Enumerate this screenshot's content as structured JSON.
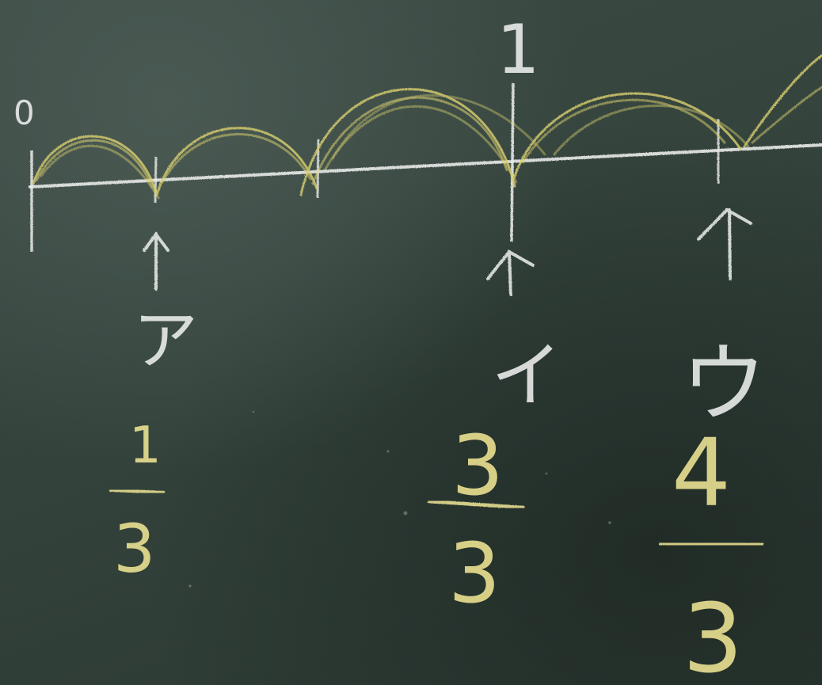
{
  "number_line": {
    "origin_label": "0",
    "one_label": "1"
  },
  "markers": [
    {
      "name": "ア",
      "numerator": "1",
      "denominator": "3"
    },
    {
      "name": "イ",
      "numerator": "3",
      "denominator": "3"
    },
    {
      "name": "ウ",
      "numerator": "4",
      "denominator": "3"
    }
  ],
  "colors": {
    "board": "#34433c",
    "white_chalk": "#e9ecea",
    "yellow_chalk": "#e6dd8f"
  }
}
